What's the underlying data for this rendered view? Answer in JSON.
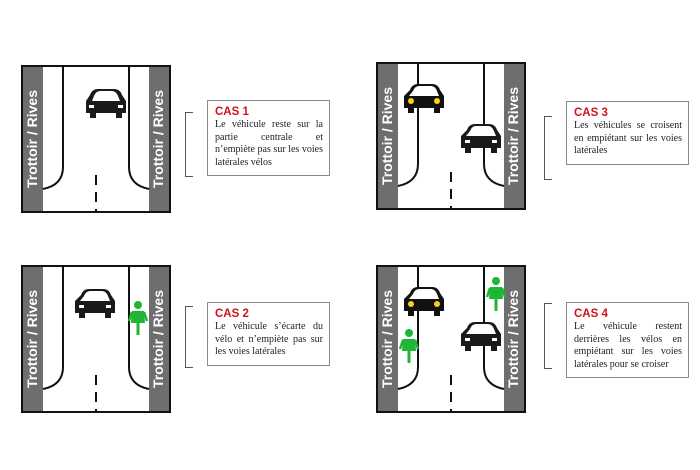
{
  "sidewalk_label": "Trottoir / Rives",
  "cases": [
    {
      "title": "CAS 1",
      "text": "Le véhicule reste sur la partie centrale et n’empiète pas sur les voies latérales vélos"
    },
    {
      "title": "CAS 3",
      "text": "Les véhicules se croisent en empiétant sur les voies latérales"
    },
    {
      "title": "CAS 2",
      "text": "Le véhicule s’écarte du vélo et n’empiète pas sur les voies latérales"
    },
    {
      "title": "CAS 4",
      "text": "Le véhicule restent derrières les vélos en empiétant sur les voies latérales pour se croiser"
    }
  ],
  "colors": {
    "car_dark": "#1a1a1a",
    "car_yellow": "#f3d21a",
    "cyclist": "#1fb535",
    "title_red": "#d0121b",
    "sidewalk": "#6e6e6e"
  }
}
